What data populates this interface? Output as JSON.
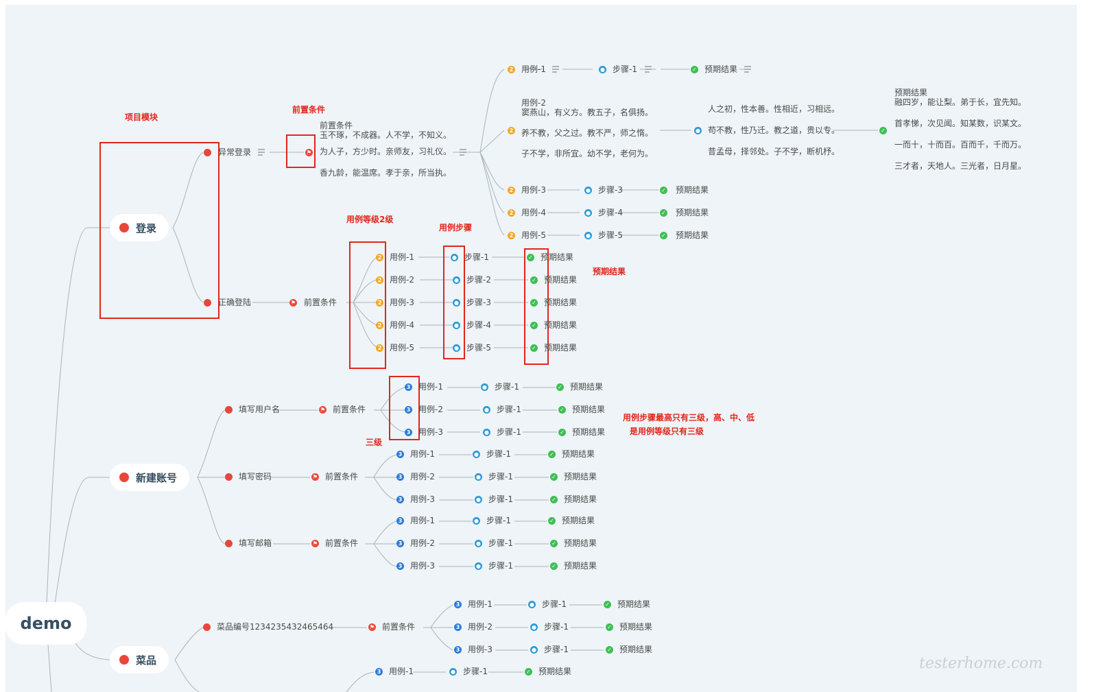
{
  "root": "demo",
  "level1": [
    "登录",
    "新建账号",
    "菜品"
  ],
  "annotations": {
    "module": "项目模块",
    "precondition": "前置条件",
    "level2": "用例等级2级",
    "steps": "用例步骤",
    "expected": "预期结果",
    "level3": "三级",
    "note_line1": "用例步骤最高只有三级，高、中、低",
    "note_line2": "是用例等级只有三级"
  },
  "login": {
    "abnormal": "异常登录",
    "correct": "正确登陆",
    "pre_lines": [
      "前置条件",
      "玉不琢，不成器。人不学，不知义。",
      "为人子，方少时。亲师友，习礼仪。",
      "香九龄，能温席。孝于亲，所当执。"
    ],
    "case2_lines": [
      "用例-2",
      "窦燕山，有义方。教五子，名俱扬。",
      "养不教，父之过。教不严，师之惰。",
      "子不学，非所宜。幼不学，老何为。"
    ],
    "step2_lines": [
      "人之初，性本善。性相近，习相远。",
      "苟不教，性乃迁。教之道，贵以专。",
      "昔孟母，择邻处。子不学，断机杼。"
    ],
    "result2_lines": [
      "预期结果",
      "融四岁，能让梨。弟于长，宜先知。",
      "首孝悌，次见闻。知某数，识某文。",
      "一而十，十而百。百而千，千而万。",
      "三才者，天地人。三光者，日月星。"
    ]
  },
  "labels": {
    "pre": "前置条件",
    "result": "预期结果",
    "case1": "用例-1",
    "case2": "用例-2",
    "case3": "用例-3",
    "case4": "用例-4",
    "case5": "用例-5",
    "step1": "步骤-1",
    "step2": "步骤-2",
    "step3": "步骤-3",
    "step4": "步骤-4",
    "step5": "步骤-5"
  },
  "account": {
    "username": "填写用户名",
    "password": "填写密码",
    "email": "填写邮箱"
  },
  "dish": {
    "code": "菜品编号1234235432465464"
  },
  "watermark": "testerhome.com",
  "colors": {
    "node_dot": "#e8463b",
    "priority2": "#f5a623",
    "priority3": "#2e7bd6",
    "step_icon": "#2a9bd8",
    "result_icon": "#3fbf55",
    "annotation": "#e1261c"
  },
  "icons": [
    "flag-icon",
    "priority-2-icon",
    "priority-3-icon",
    "person-icon",
    "check-icon",
    "note-icon"
  ]
}
